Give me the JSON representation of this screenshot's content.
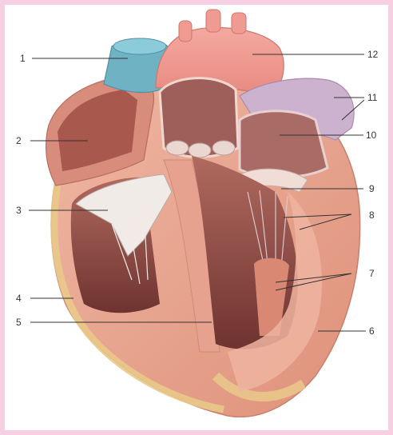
{
  "diagram": {
    "labels": [
      {
        "id": "l1",
        "text": "1"
      },
      {
        "id": "l2",
        "text": "2"
      },
      {
        "id": "l3",
        "text": "3"
      },
      {
        "id": "l4",
        "text": "4"
      },
      {
        "id": "l5",
        "text": "5"
      },
      {
        "id": "l6",
        "text": "6"
      },
      {
        "id": "l7",
        "text": "7"
      },
      {
        "id": "l8",
        "text": "8"
      },
      {
        "id": "l9",
        "text": "9"
      },
      {
        "id": "l10",
        "text": "10"
      },
      {
        "id": "l11",
        "text": "11"
      },
      {
        "id": "l12",
        "text": "12"
      }
    ]
  },
  "colors": {
    "frame": "#f6cfe2",
    "myocardium": "#e8a48f",
    "chamber": "#8a4a45",
    "vein_blue": "#6fb2c4",
    "vessel_purple": "#cdb2cf",
    "fat_yellow": "#e9c98a"
  }
}
